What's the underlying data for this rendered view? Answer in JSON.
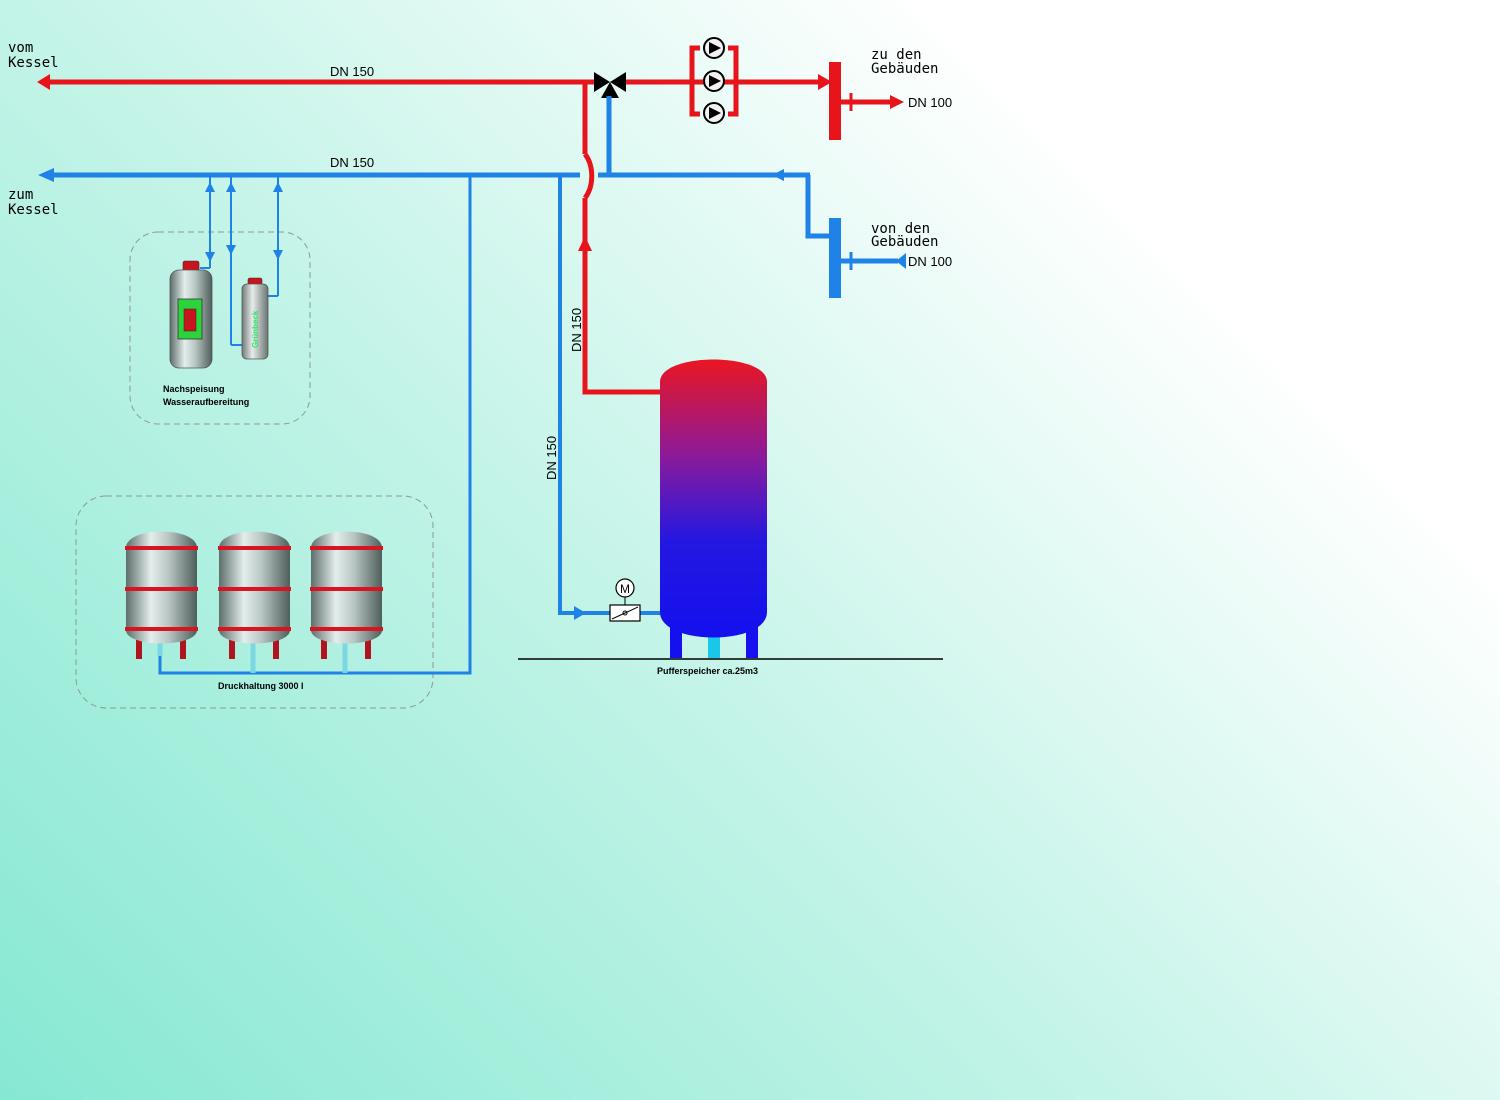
{
  "labels": {
    "vom_kessel_1": "vom",
    "vom_kessel_2": "Kessel",
    "zum_kessel_1": "zum",
    "zum_kessel_2": "Kessel",
    "zu_gebaeuden_1": "zu den",
    "zu_gebaeuden_2": "Gebäuden",
    "von_gebaeuden_1": "von den",
    "von_gebaeuden_2": "Gebäuden",
    "supply_main_dn": "DN 150",
    "return_main_dn": "DN 150",
    "supply_out_dn": "DN 100",
    "return_in_dn": "DN 100",
    "riser_red_dn": "DN 150",
    "riser_blue_dn": "DN 150",
    "refill_caption_1": "Nachspeisung",
    "refill_caption_2": "Wasseraufbereitung",
    "softener_brand": "Grünbeck",
    "pressure_caption": "Druckhaltung 3000 l",
    "buffer_caption": "Pufferspeicher ca.25m3",
    "motor_symbol": "M"
  },
  "colors": {
    "supply": "#e8141c",
    "return": "#1e82e6",
    "buffer_top": "#e8141c",
    "buffer_bottom": "#1410e6",
    "group_border": "#8a9a96"
  }
}
